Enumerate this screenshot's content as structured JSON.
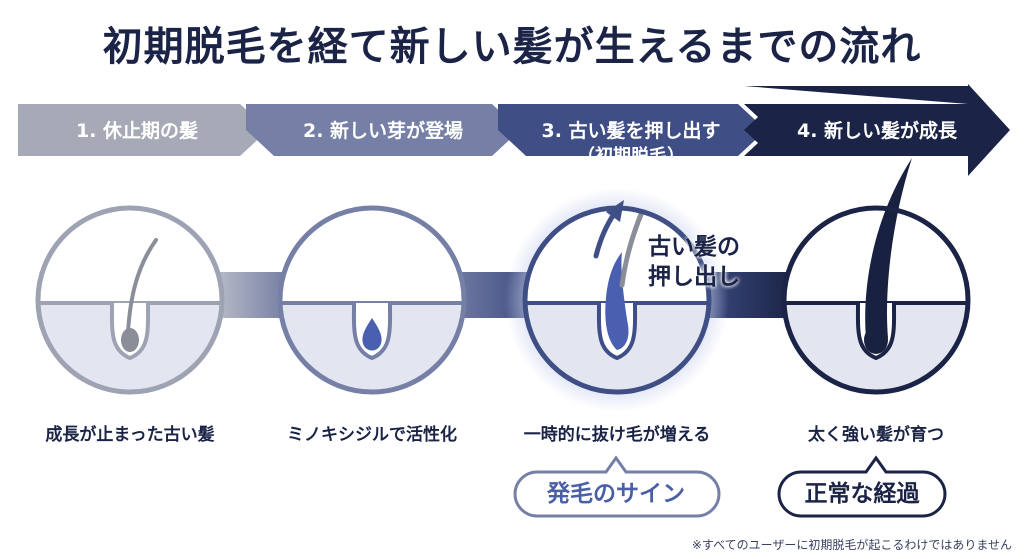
{
  "title": "初期脱毛を経て新しい髪が生えるまでの流れ",
  "steps": [
    {
      "label": "1. 休止期の髪",
      "sub": "",
      "caption": "成長が止まった古い髪"
    },
    {
      "label": "2. 新しい芽が登場",
      "sub": "",
      "caption": "ミノキシジルで活性化"
    },
    {
      "label": "3. 古い髪を押し出す",
      "sub": "（初期脱毛）",
      "caption": "一時的に抜け毛が増える"
    },
    {
      "label": "4. 新しい髪が成長",
      "sub": "",
      "caption": "太く強い髪が育つ"
    }
  ],
  "push_label": [
    "古い髪の",
    "押し出し"
  ],
  "badges": {
    "sign": "発毛のサイン",
    "normal": "正常な経過"
  },
  "footnote": "※すべてのユーザーに初期脱毛が起こるわけではありません",
  "colors": {
    "arrow_1": "#a6a9b6",
    "arrow_2": "#7680a6",
    "arrow_3": "#3f4f85",
    "arrow_4": "#1b2446",
    "skin": "#e3e6f0",
    "new_hair": "#4a5fb0",
    "grown_hair": "#18213f",
    "old_hair": "#8a8e99"
  }
}
